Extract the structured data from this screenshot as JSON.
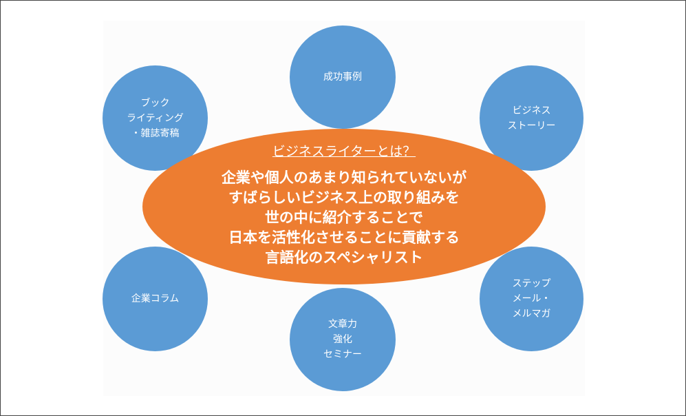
{
  "center": {
    "title": "ビジネスライターとは？",
    "lines": [
      "企業や個人のあまり知られていないが",
      "すばらしいビジネス上の取り組みを",
      "世の中に紹介することで",
      "日本を活性化させることに貢献する",
      "言語化のスペシャリスト"
    ]
  },
  "bubbles": {
    "top": [
      "成功事例"
    ],
    "top_left": [
      "ブック",
      "ライティング",
      "・雑誌寄稿"
    ],
    "top_right": [
      "ビジネス",
      "ストーリー"
    ],
    "bottom_left": [
      "企業コラム"
    ],
    "bottom": [
      "文章力",
      "強化",
      "セミナー"
    ],
    "bottom_right": [
      "ステップ",
      "メール・",
      "メルマガ"
    ]
  },
  "colors": {
    "bubble": "#5b9bd5",
    "center": "#ed7d31"
  }
}
